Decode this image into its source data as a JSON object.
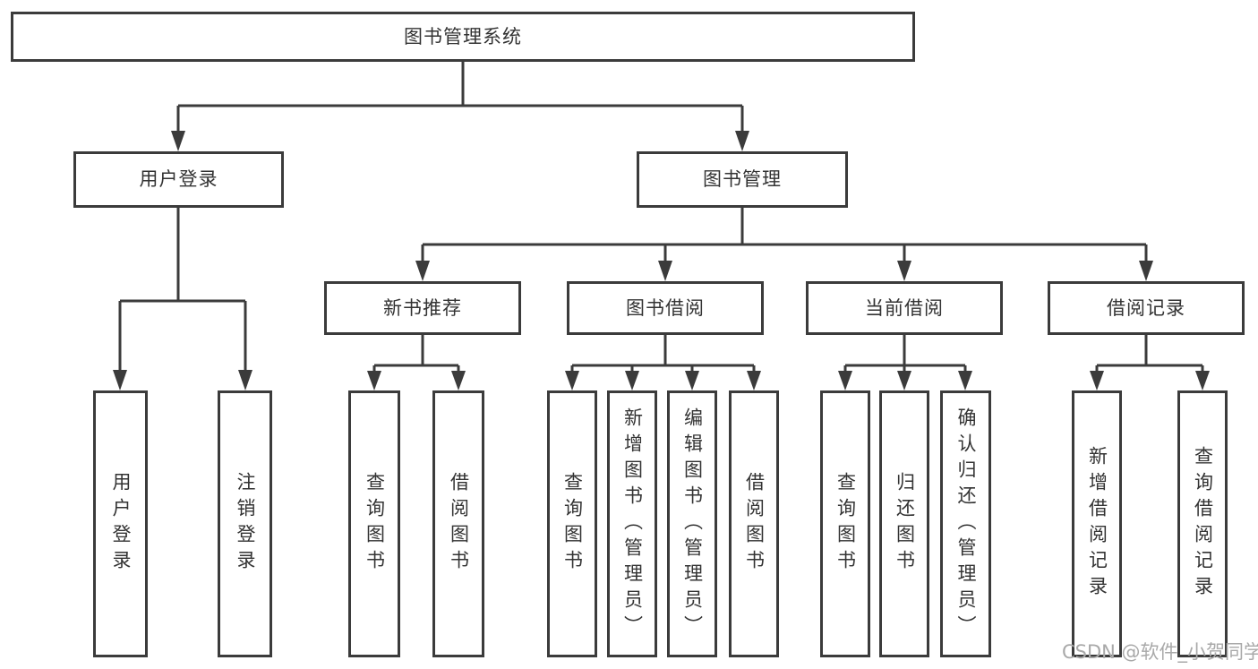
{
  "colors": {
    "line": "#3b3b3b",
    "text": "#333333",
    "watermark": "#a9a9a9",
    "background": "#ffffff"
  },
  "watermark": {
    "text": "CSDN @软件_小贺同学"
  },
  "tree": {
    "root": {
      "label": "图书管理系统",
      "children": [
        {
          "label": "用户登录",
          "children": [
            {
              "label": "用户登录"
            },
            {
              "label": "注销登录"
            }
          ]
        },
        {
          "label": "图书管理",
          "children": [
            {
              "label": "新书推荐",
              "children": [
                {
                  "label": "查询图书"
                },
                {
                  "label": "借阅图书"
                }
              ]
            },
            {
              "label": "图书借阅",
              "children": [
                {
                  "label": "查询图书"
                },
                {
                  "label": "新增图书（管理员）"
                },
                {
                  "label": "编辑图书（管理员）"
                },
                {
                  "label": "借阅图书"
                }
              ]
            },
            {
              "label": "当前借阅",
              "children": [
                {
                  "label": "查询图书"
                },
                {
                  "label": "归还图书"
                },
                {
                  "label": "确认归还（管理员）"
                }
              ]
            },
            {
              "label": "借阅记录",
              "children": [
                {
                  "label": "新增借阅记录"
                },
                {
                  "label": "查询借阅记录"
                }
              ]
            }
          ]
        }
      ]
    }
  }
}
